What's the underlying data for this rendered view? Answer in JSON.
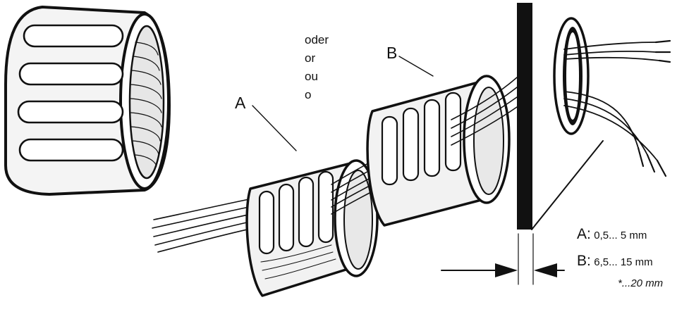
{
  "languages": [
    "oder",
    "or",
    "ou",
    "o"
  ],
  "callouts": {
    "a": "A",
    "b": "B"
  },
  "specs": [
    {
      "key": "A:",
      "value": "0,5... 5 mm"
    },
    {
      "key": "B:",
      "value": "6,5... 15 mm"
    }
  ],
  "note": "*...20 mm",
  "colors": {
    "ink": "#111111",
    "paper": "#ffffff",
    "fill": "#f2f2f2"
  }
}
